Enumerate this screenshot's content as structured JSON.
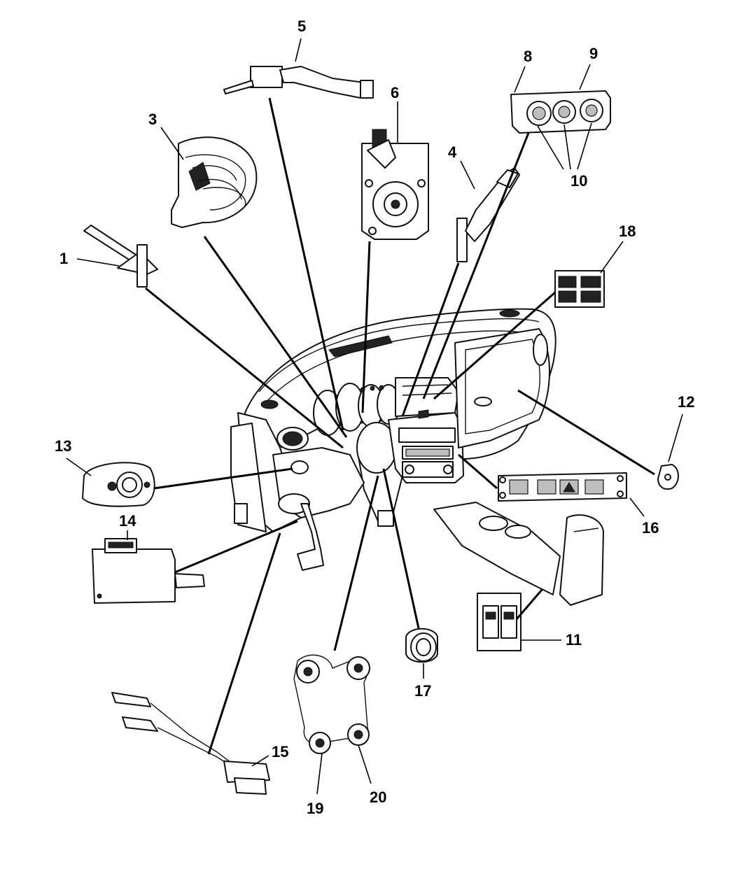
{
  "callouts": [
    {
      "id": "1",
      "label": "1"
    },
    {
      "id": "3",
      "label": "3"
    },
    {
      "id": "4",
      "label": "4"
    },
    {
      "id": "5",
      "label": "5"
    },
    {
      "id": "6",
      "label": "6"
    },
    {
      "id": "8",
      "label": "8"
    },
    {
      "id": "9",
      "label": "9"
    },
    {
      "id": "10",
      "label": "10"
    },
    {
      "id": "11",
      "label": "11"
    },
    {
      "id": "12",
      "label": "12"
    },
    {
      "id": "13",
      "label": "13"
    },
    {
      "id": "14",
      "label": "14"
    },
    {
      "id": "15",
      "label": "15"
    },
    {
      "id": "16",
      "label": "16"
    },
    {
      "id": "17",
      "label": "17"
    },
    {
      "id": "18",
      "label": "18"
    },
    {
      "id": "19",
      "label": "19"
    },
    {
      "id": "20",
      "label": "20"
    }
  ],
  "icons": {
    "dashboard": "instrument-panel-illustration",
    "parts": [
      "multifunction-switch",
      "clockspring",
      "wiper-switch",
      "turn-signal-switch",
      "ignition-switch",
      "hvac-control",
      "hvac-knobs",
      "window-switch",
      "sensor",
      "headlamp-switch",
      "stoplamp-switch",
      "wiring-harness",
      "switch-bank",
      "power-outlet",
      "mirror-switch",
      "heated-seat-switch",
      "seat-switch-harness"
    ]
  }
}
